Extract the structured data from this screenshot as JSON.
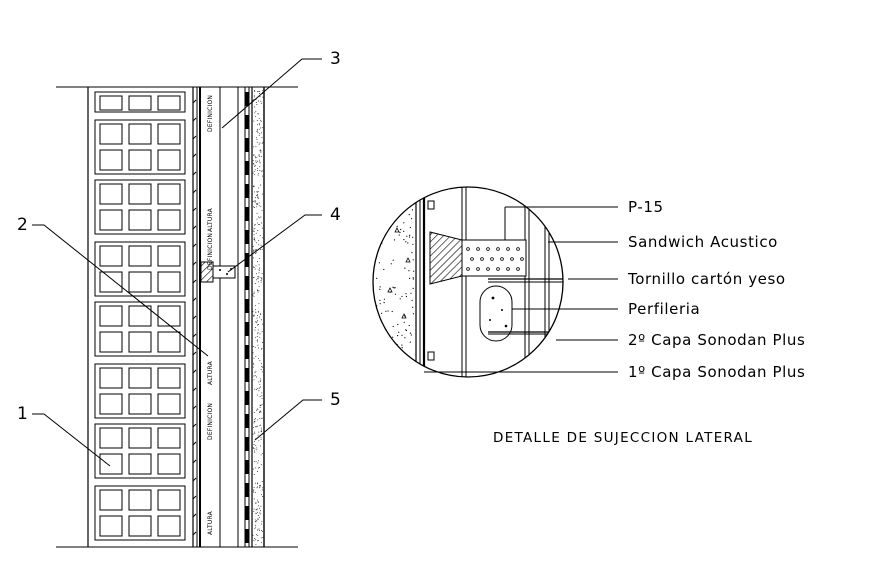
{
  "callouts": [
    "1",
    "2",
    "3",
    "4",
    "5"
  ],
  "wall_markings": {
    "definicion": "DEFINICION",
    "altura": "ALTURA"
  },
  "detail": {
    "title": "DETALLE DE SUJECCION LATERAL",
    "labels": [
      "P-15",
      "Sandwich Acustico",
      "Tornillo cartón yeso",
      "Perfileria",
      "2º Capa Sonodan Plus",
      "1º Capa Sonodan Plus"
    ]
  }
}
